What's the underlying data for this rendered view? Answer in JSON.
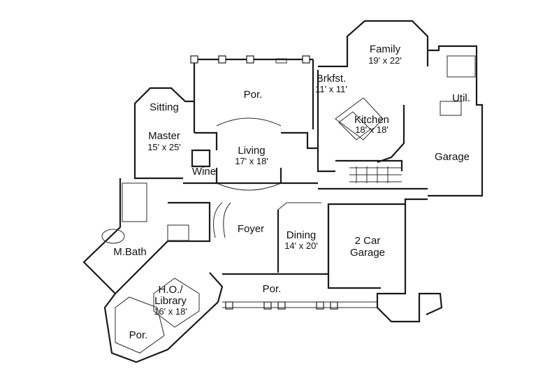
{
  "rooms": {
    "family": {
      "name": "Family",
      "size": "19' x 22'"
    },
    "brkfst": {
      "name": "Brkfst.",
      "size": "11' x 11'"
    },
    "util": {
      "name": "Util."
    },
    "porch_top": {
      "name": "Por."
    },
    "sitting": {
      "name": "Sitting"
    },
    "kitchen": {
      "name": "Kitchen",
      "size": "18' x 18'"
    },
    "master": {
      "name": "Master",
      "size": "15' x 25'"
    },
    "living": {
      "name": "Living",
      "size": "17' x 18'"
    },
    "garage": {
      "name": "Garage"
    },
    "wine": {
      "name": "Wine"
    },
    "foyer": {
      "name": "Foyer"
    },
    "dining": {
      "name": "Dining",
      "size": "14' x 20'"
    },
    "car_garage": {
      "name": "2 Car",
      "name2": "Garage"
    },
    "mbath": {
      "name": "M.Bath"
    },
    "porch_front": {
      "name": "Por."
    },
    "library": {
      "name": "H.O./",
      "name2": "Library",
      "size": "16' x 18'"
    },
    "porch_library": {
      "name": "Por."
    }
  }
}
